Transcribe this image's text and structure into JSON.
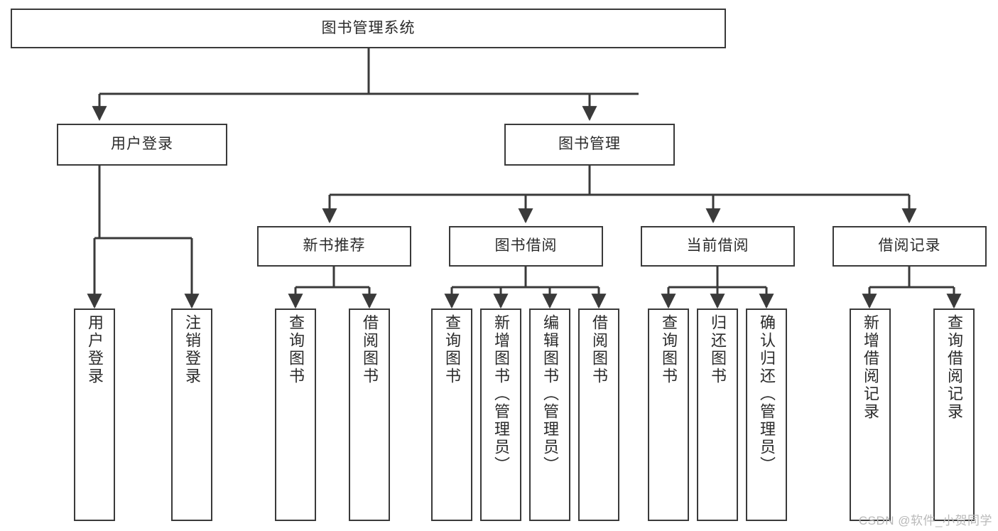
{
  "diagram": {
    "title": "图书管理系统",
    "type": "tree-hierarchy",
    "watermark": "CSDN @软件_小贺同学",
    "colors": {
      "box_border": "#3a3a3a",
      "box_fill": "#ffffff",
      "connector": "#3a3a3a",
      "text": "#2b2b2b",
      "watermark": "#b9b9b9",
      "background": "#ffffff"
    },
    "root": {
      "label": "图书管理系统"
    },
    "level1": [
      {
        "label": "用户登录"
      },
      {
        "label": "图书管理"
      }
    ],
    "level2": [
      {
        "label": "新书推荐"
      },
      {
        "label": "图书借阅"
      },
      {
        "label": "当前借阅"
      },
      {
        "label": "借阅记录"
      }
    ],
    "leaves": {
      "user_login": [
        {
          "label": "用户登录"
        },
        {
          "label": "注销登录"
        }
      ],
      "new_book_recommend": [
        {
          "label": "查询图书"
        },
        {
          "label": "借阅图书"
        }
      ],
      "book_borrow": [
        {
          "label": "查询图书"
        },
        {
          "label": "新增图书（管理员）"
        },
        {
          "label": "编辑图书（管理员）"
        },
        {
          "label": "借阅图书"
        }
      ],
      "current_borrow": [
        {
          "label": "查询图书"
        },
        {
          "label": "归还图书"
        },
        {
          "label": "确认归还（管理员）"
        }
      ],
      "borrow_record": [
        {
          "label": "新增借阅记录"
        },
        {
          "label": "查询借阅记录"
        }
      ]
    }
  }
}
